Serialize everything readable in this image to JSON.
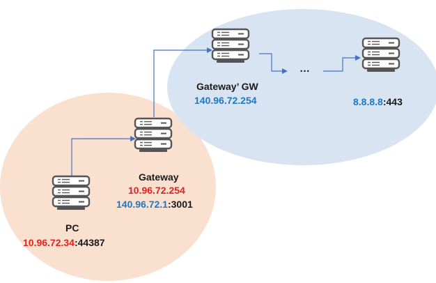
{
  "colors": {
    "local_zone": "#f9e0cf",
    "remote_zone": "#d9e4f3",
    "arrow": "#4472c4",
    "private_ip": "#e8211f",
    "public_ip": "#1f78c1",
    "port": "#1a1a1a",
    "server_body": "#ffffff",
    "server_stroke": "#555555"
  },
  "nodes": {
    "pc": {
      "icon": "server-icon",
      "name": "PC",
      "ip": "10.96.72.34",
      "port_sep": ":",
      "port": "44387"
    },
    "gateway": {
      "icon": "server-icon",
      "name": "Gateway",
      "ip_private": "10.96.72.254",
      "ip_public": "140.96.72.1",
      "port_sep": ":",
      "port": "3001"
    },
    "gateway_gw": {
      "icon": "server-icon",
      "name": "Gateway’ GW",
      "ip": "140.96.72.254"
    },
    "ellipsis": {
      "text": "…"
    },
    "destination": {
      "icon": "server-icon",
      "ip": "8.8.8.8",
      "port_sep": ":",
      "port": "443"
    }
  }
}
